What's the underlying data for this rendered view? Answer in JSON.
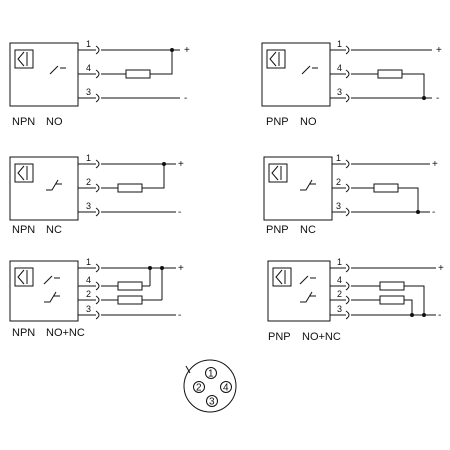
{
  "diagrams": [
    {
      "id": "npn-no",
      "type": "NPN",
      "contact": "NO",
      "pins": [
        "1",
        "4",
        "3"
      ],
      "signs": [
        "+",
        "-"
      ]
    },
    {
      "id": "pnp-no",
      "type": "PNP",
      "contact": "NO",
      "pins": [
        "1",
        "4",
        "3"
      ],
      "signs": [
        "+",
        "-"
      ]
    },
    {
      "id": "npn-nc",
      "type": "NPN",
      "contact": "NC",
      "pins": [
        "1",
        "2",
        "3"
      ],
      "signs": [
        "+",
        "-"
      ]
    },
    {
      "id": "pnp-nc",
      "type": "PNP",
      "contact": "NC",
      "pins": [
        "1",
        "2",
        "3"
      ],
      "signs": [
        "+",
        "-"
      ]
    },
    {
      "id": "npn-no-nc",
      "type": "NPN",
      "contact": "NO+NC",
      "pins": [
        "1",
        "4",
        "2",
        "3"
      ],
      "signs": [
        "+",
        "-"
      ]
    },
    {
      "id": "pnp-no-nc",
      "type": "PNP",
      "contact": "NO+NC",
      "pins": [
        "1",
        "4",
        "2",
        "3"
      ],
      "signs": [
        "+",
        "-"
      ]
    }
  ],
  "connector": {
    "pins": [
      "1",
      "2",
      "4",
      "3"
    ]
  }
}
